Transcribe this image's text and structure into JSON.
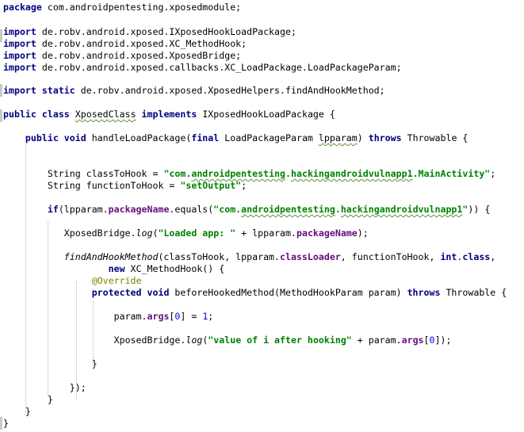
{
  "code": {
    "package_kw": "package",
    "package_name": " com.androidpentesting.xposedmodule;",
    "import_kw": "import",
    "imports": [
      " de.robv.android.xposed.IXposedHookLoadPackage;",
      " de.robv.android.xposed.XC_MethodHook;",
      " de.robv.android.xposed.XposedBridge;",
      " de.robv.android.xposed.callbacks.XC_LoadPackage.LoadPackageParam;"
    ],
    "static_kw": "static",
    "static_import": " de.robv.android.xposed.XposedHelpers.findAndHookMethod;",
    "public_kw": "public",
    "class_kw": "class",
    "class_name": "XposedClass",
    "implements_kw": "implements",
    "interface_tail": " IXposedHookLoadPackage {",
    "void_kw": "void",
    "final_kw": "final",
    "throws_kw": "throws",
    "new_kw": "new",
    "protected_kw": "protected",
    "int_kw": "int",
    "class_field": "class",
    "if_kw": "if",
    "handle_method": " handleLoadPackage(",
    "loadpackage_type": " LoadPackageParam ",
    "lpparam": "lpparam",
    "throwable_open": " Throwable {",
    "string_type": "String",
    "class_to_hook_decl": " classToHook = ",
    "class_to_hook_q1": "\"com.",
    "class_to_hook_sq1": "androidpentesting",
    "class_to_hook_mid": ".",
    "class_to_hook_sq2": "hackingandroidvulnapp1",
    "class_to_hook_tail": ".MainActivity\"",
    "semicolon": ";",
    "function_to_hook_decl": " functionToHook = ",
    "function_to_hook_value": "\"setOutput\"",
    "if_open": "(lpparam.",
    "package_name_field": "packageName",
    "equals_call": ".equals(",
    "pkg_q1": "\"com.",
    "pkg_sq1": "androidpentesting",
    "pkg_mid": ".",
    "pkg_sq2": "hackingandroidvulnapp1",
    "pkg_q2": "\"",
    "if_close": ")) {",
    "xposed_bridge": "XposedBridge.",
    "log_call": "log",
    "log1_open": "(",
    "log1_string": "\"Loaded app: \"",
    "log1_plus": " + lpparam.",
    "log1_close": ");",
    "find_and_hook": "findAndHookMethod",
    "fahm_args": "(classToHook, lpparam.",
    "class_loader_field": "classLoader",
    "fahm_args2": ", functionToHook, ",
    "fahm_int_tail": ".",
    "comma": ",",
    "xc_hook": " XC_MethodHook() {",
    "override": "@Override",
    "before_hooked": " beforeHookedMethod(MethodHookParam param) ",
    "param_prefix": "param.",
    "args_field": "args",
    "index_open": "[",
    "index_zero": "0",
    "assign_one": "] = ",
    "one": "1",
    "log2_open": "(",
    "log2_string": "\"value of i after hooking\"",
    "log2_plus": " + param.",
    "log2_close": "]);",
    "close_brace": "}",
    "close_anon": "});"
  }
}
